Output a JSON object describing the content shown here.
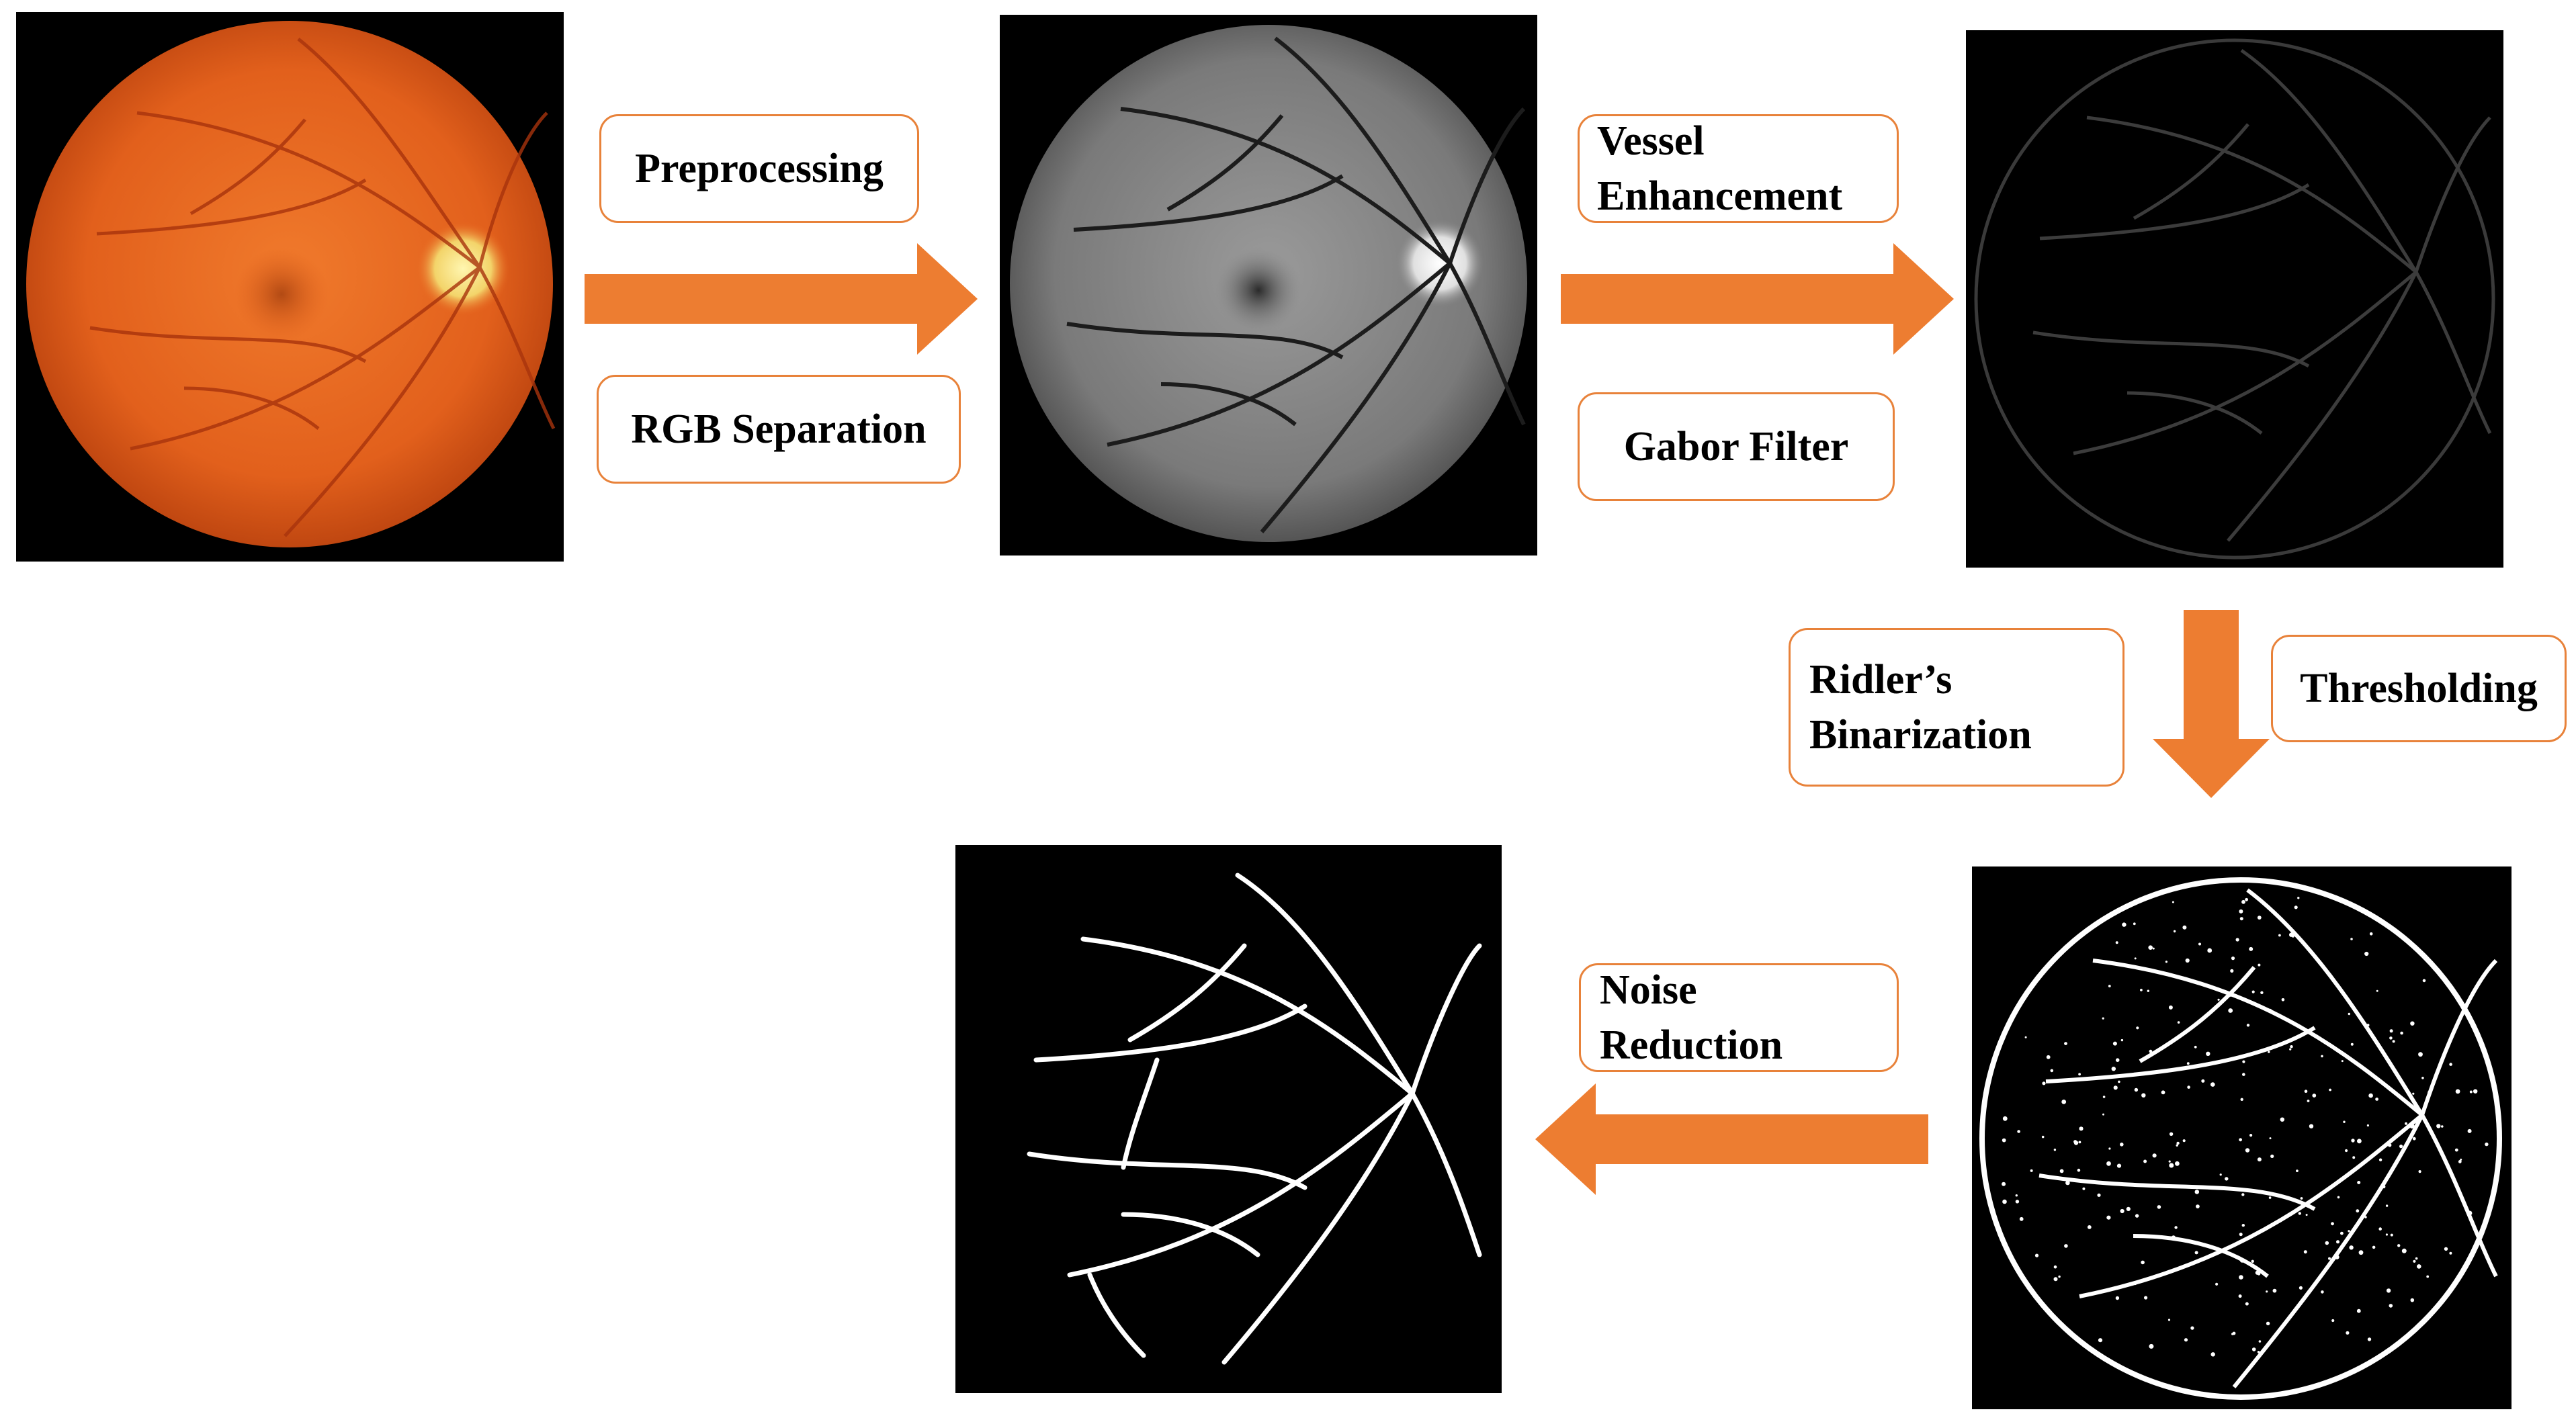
{
  "stages": {
    "original": {
      "icon": "retina-fundus-color-image"
    },
    "green_channel": {
      "icon": "retina-grayscale-image"
    },
    "enhanced": {
      "icon": "retina-gabor-response-image"
    },
    "binarized": {
      "icon": "retina-binary-noisy-image"
    },
    "cleaned": {
      "icon": "retina-vessel-segmentation-image"
    }
  },
  "labels": {
    "preprocessing": "Preprocessing",
    "rgb_separation": "RGB Separation",
    "vessel_enhancement": "Vessel\nEnhancement",
    "gabor_filter": "Gabor Filter",
    "ridlers_binarization": "Ridler’s\nBinarization",
    "thresholding": "Thresholding",
    "noise_reduction": "Noise\nReduction"
  },
  "colors": {
    "arrow": "#ed7d31",
    "box_border": "#e8823a",
    "fundus": "#e8661f"
  }
}
